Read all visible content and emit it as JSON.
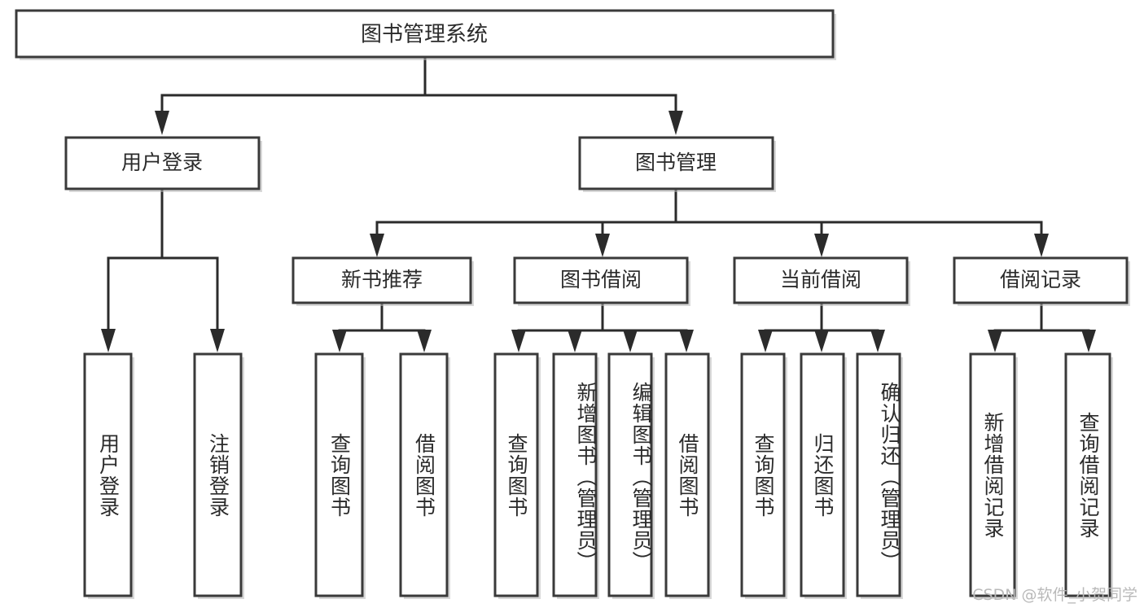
{
  "diagram": {
    "type": "tree-hierarchy-chart",
    "root": {
      "id": "root",
      "label": "图书管理系统"
    },
    "level2": [
      {
        "id": "user-login",
        "label": "用户登录"
      },
      {
        "id": "book-manage",
        "label": "图书管理"
      }
    ],
    "level3": [
      {
        "id": "new-book-recommend",
        "label": "新书推荐"
      },
      {
        "id": "book-borrow",
        "label": "图书借阅"
      },
      {
        "id": "current-borrow",
        "label": "当前借阅"
      },
      {
        "id": "borrow-record",
        "label": "借阅记录"
      }
    ],
    "leaves": {
      "user_login": [
        {
          "id": "leaf-user-login",
          "label": "用户登录"
        },
        {
          "id": "leaf-logout",
          "label": "注销登录"
        }
      ],
      "new_book_recommend": [
        {
          "id": "leaf-query-book-1",
          "label": "查询图书"
        },
        {
          "id": "leaf-borrow-book-1",
          "label": "借阅图书"
        }
      ],
      "book_borrow": [
        {
          "id": "leaf-query-book-2",
          "label": "查询图书"
        },
        {
          "id": "leaf-add-book",
          "label": "新增图书（管理员）"
        },
        {
          "id": "leaf-edit-book",
          "label": "编辑图书（管理员）"
        },
        {
          "id": "leaf-borrow-book-2",
          "label": "借阅图书"
        }
      ],
      "current_borrow": [
        {
          "id": "leaf-query-book-3",
          "label": "查询图书"
        },
        {
          "id": "leaf-return-book",
          "label": "归还图书"
        },
        {
          "id": "leaf-confirm-return",
          "label": "确认归还（管理员）"
        }
      ],
      "borrow_record": [
        {
          "id": "leaf-add-record",
          "label": "新增借阅记录"
        },
        {
          "id": "leaf-query-record",
          "label": "查询借阅记录"
        }
      ]
    },
    "colors": {
      "box_stroke": "#3a3a3a",
      "box_fill": "#ffffff",
      "connector": "#2b2b2b",
      "text": "#2b2b2b",
      "background": "#ffffff",
      "watermark": "#b9b9b9"
    }
  },
  "watermark": {
    "text": "CSDN @软件_小贺同学"
  }
}
